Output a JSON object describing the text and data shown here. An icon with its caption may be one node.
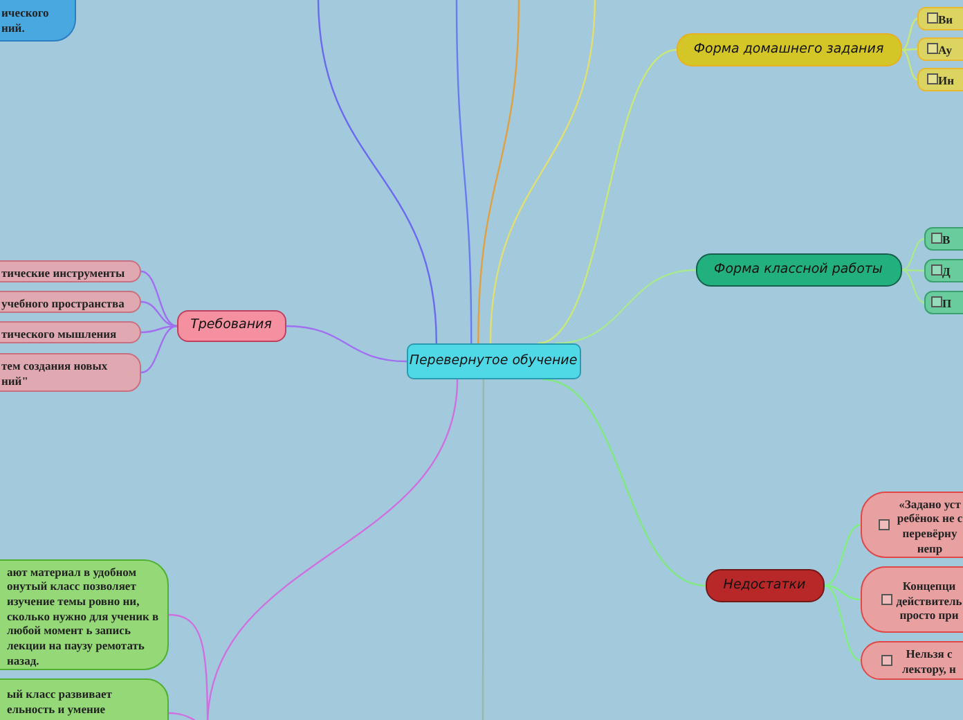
{
  "diagram": {
    "nodes": [
      {
        "text": [
          "Перевернутое обучение"
        ]
      },
      {
        "text": [
          "ического ний."
        ]
      },
      {
        "text": [
          "Требования"
        ]
      },
      {
        "text": [
          "тические инструменты"
        ]
      },
      {
        "text": [
          "учебного пространства"
        ]
      },
      {
        "text": [
          "тического мышления"
        ]
      },
      {
        "text": [
          "тем создания новых ний\""
        ]
      },
      {
        "text": [
          "Форма домашнего задания"
        ]
      },
      {
        "text": [
          "Ви"
        ]
      },
      {
        "text": [
          "Ау"
        ]
      },
      {
        "text": [
          "Ин"
        ]
      },
      {
        "text": [
          "Форма классной работы"
        ]
      },
      {
        "text": [
          "В"
        ]
      },
      {
        "text": [
          "Д"
        ]
      },
      {
        "text": [
          "П"
        ]
      },
      {
        "text": [
          "Недостатки"
        ]
      },
      {
        "text": [
          "«Задано уст ребёнок не с перевёрну непр"
        ]
      },
      {
        "text": [
          "Концепци действитель просто при"
        ]
      },
      {
        "text": [
          "Нельзя с лектору, н"
        ]
      },
      {
        "text": [
          "ают материал в удобном онутый класс позволяет изучение темы ровно ни, сколько нужно для ученик в любой момент ь запись лекции на паузу ремотать назад."
        ]
      },
      {
        "text": [
          "ый класс развивает ельность и умение"
        ]
      }
    ],
    "edges": [
      {
        "from": 2,
        "to": 0,
        "arrow": "none",
        "color": "#a070f0"
      },
      {
        "from": 2,
        "to": 3,
        "arrow": "none",
        "color": "#a070f0"
      },
      {
        "from": 2,
        "to": 4,
        "arrow": "none",
        "color": "#a070f0"
      },
      {
        "from": 2,
        "to": 5,
        "arrow": "none",
        "color": "#a070f0"
      },
      {
        "from": 2,
        "to": 6,
        "arrow": "none",
        "color": "#a070f0"
      },
      {
        "from": 0,
        "to": 7,
        "arrow": "none",
        "color": "#c8e878"
      },
      {
        "from": 7,
        "to": 8,
        "arrow": "none",
        "color": "#c8e878"
      },
      {
        "from": 7,
        "to": 9,
        "arrow": "none",
        "color": "#c8e878"
      },
      {
        "from": 7,
        "to": 10,
        "arrow": "none",
        "color": "#c8e878"
      },
      {
        "from": 0,
        "to": 11,
        "arrow": "none",
        "color": "#a8e890"
      },
      {
        "from": 11,
        "to": 12,
        "arrow": "none",
        "color": "#a8e890"
      },
      {
        "from": 11,
        "to": 13,
        "arrow": "none",
        "color": "#a8e890"
      },
      {
        "from": 11,
        "to": 14,
        "arrow": "none",
        "color": "#a8e890"
      },
      {
        "from": 0,
        "to": 15,
        "arrow": "none",
        "color": "#80e880"
      },
      {
        "from": 15,
        "to": 16,
        "arrow": "none",
        "color": "#80f080"
      },
      {
        "from": 15,
        "to": 17,
        "arrow": "none",
        "color": "#80f080"
      },
      {
        "from": 15,
        "to": 18,
        "arrow": "none",
        "color": "#80f080"
      },
      {
        "from": 0,
        "to": null,
        "arrow": "none",
        "color": "#6a6af0"
      },
      {
        "from": 0,
        "to": null,
        "arrow": "none",
        "color": "#6a7af0"
      },
      {
        "from": 0,
        "to": null,
        "arrow": "none",
        "color": "#e0a040"
      },
      {
        "from": 0,
        "to": null,
        "arrow": "none",
        "color": "#e0e070"
      },
      {
        "from": 0,
        "to": null,
        "arrow": "none",
        "color": "#d070e0"
      },
      {
        "from": 0,
        "to": null,
        "arrow": "none",
        "color": "#98b8a8"
      },
      {
        "from": null,
        "to": 19,
        "arrow": "none",
        "color": "#d070e0"
      },
      {
        "from": null,
        "to": 20,
        "arrow": "none",
        "color": "#d070e0"
      }
    ]
  }
}
